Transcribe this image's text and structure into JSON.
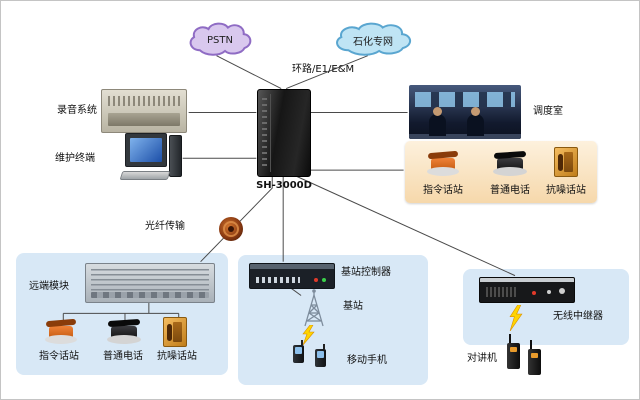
{
  "clouds": {
    "pstn": "PSTN",
    "petro": "石化专网"
  },
  "trunk_label": "环路/E1/E&M",
  "cabinet": {
    "label": "SH-3000D"
  },
  "left_devices": {
    "recording": "录音系统",
    "terminal": "维护终端"
  },
  "dispatch": {
    "label": "调度室"
  },
  "fiber": {
    "label": "光纤传输"
  },
  "phone_panel": {
    "cmd": "指令话站",
    "normal": "普通电话",
    "noise": "抗噪话站"
  },
  "remote": {
    "title": "远端模块",
    "cmd": "指令话站",
    "normal": "普通电话",
    "noise": "抗噪话站"
  },
  "bsc": {
    "controller": "基站控制器",
    "station": "基站",
    "mobile": "移动手机"
  },
  "repeater": {
    "device": "无线中继器",
    "walkie": "对讲机"
  },
  "colors": {
    "pstn_cloud": "#d9c8ee",
    "pstn_cloud_edge": "#8f6cc4",
    "petro_cloud": "#bfe4f4",
    "petro_cloud_edge": "#5aa6d0",
    "zone_blue": "#d8e8f6",
    "panel_orange": "#f6d8ab",
    "line": "#4a4a4a",
    "lightning": "#ffd400",
    "command_phone": "#e06420",
    "noise_phone": "#d89030"
  }
}
